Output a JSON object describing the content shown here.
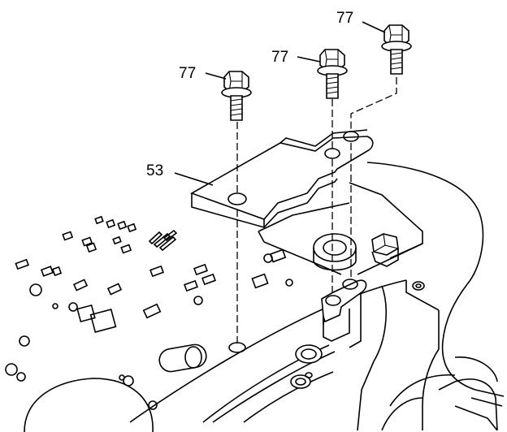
{
  "callouts": {
    "bolt_left": "77",
    "bolt_middle": "77",
    "bolt_right": "77",
    "bracket": "53"
  },
  "colors": {
    "line": "#000000",
    "background": "#ffffff"
  }
}
